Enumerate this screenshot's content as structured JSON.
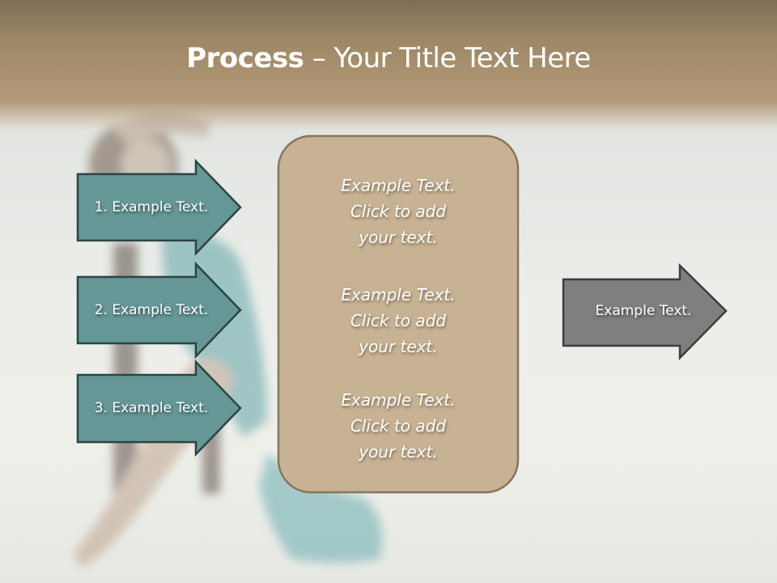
{
  "slide": {
    "title_bold": "Process",
    "title_rest": " – Your Title Text Here",
    "background_photo": "faded-woman-in-teal-satin-dress-on-chair"
  },
  "input_arrows": [
    {
      "label": "1. Example Text."
    },
    {
      "label": "2. Example Text."
    },
    {
      "label": "3. Example Text."
    }
  ],
  "center_box": {
    "blocks": [
      {
        "lines": [
          "Example Text.",
          "Click  to add",
          "your text."
        ]
      },
      {
        "lines": [
          "Example Text.",
          "Click  to add",
          "your text."
        ]
      },
      {
        "lines": [
          "Example Text.",
          "Click  to add",
          "your text."
        ]
      }
    ]
  },
  "output_arrow": {
    "label": "Example Text."
  },
  "colors": {
    "header_top": "#7d6f53",
    "header_bottom": "#b39a78",
    "teal_arrow_fill": "#659797",
    "teal_arrow_stroke": "#2d4444",
    "box_fill": "#c7b294",
    "box_stroke": "#86765e",
    "gray_arrow_fill": "#7f7f7f",
    "gray_arrow_stroke": "#3d3d3d"
  }
}
